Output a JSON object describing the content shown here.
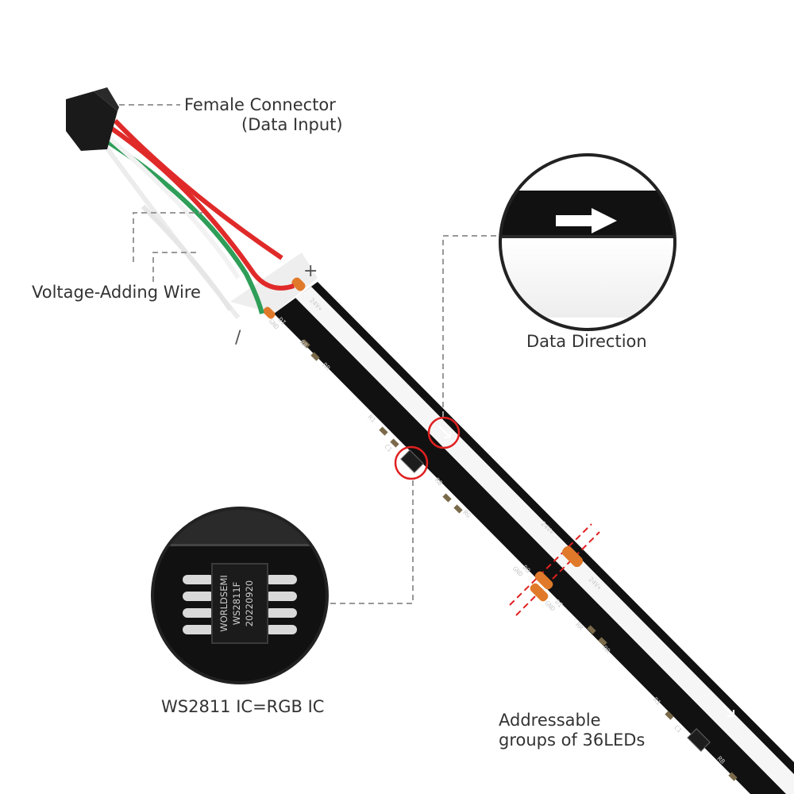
{
  "labels": {
    "female_connector_line1": "Female Connector",
    "female_connector_line2": "(Data Input)",
    "voltage_adding_wire": "Voltage-Adding Wire",
    "data_direction": "Data Direction",
    "ws2811_ic": "WS2811 IC=RGB IC",
    "addressable_line1": "Addressable",
    "addressable_line2": "groups of 36LEDs"
  },
  "polarity": {
    "plus": "+",
    "minus": "/"
  },
  "pads": {
    "v24_a": "24V+",
    "di": "DI",
    "gnd_a": "GND",
    "do": "DO",
    "gnd_b": "GND",
    "di_b": "DI",
    "gnd_c": "GND",
    "v24_b": "24V+",
    "v24_c": "24V+"
  },
  "components": {
    "rr1": "RR",
    "rr2": "RR",
    "r1": "R1",
    "c1": "C1",
    "rb": "RB",
    "rg": "RG",
    "rr3": "RR",
    "rr4": "RR",
    "r1b": "R1",
    "c1b": "C1",
    "rb2": "RB"
  },
  "chip": {
    "brand": "WORLDSEMI",
    "model": "WS2811F",
    "date": "20220920"
  },
  "colors": {
    "strip": "#111111",
    "diffuser": "#f7f7f7",
    "wire_red": "#e02a2a",
    "wire_green": "#2e9e58",
    "pad_orange": "#e07a2a",
    "highlight_red": "#e02020"
  }
}
